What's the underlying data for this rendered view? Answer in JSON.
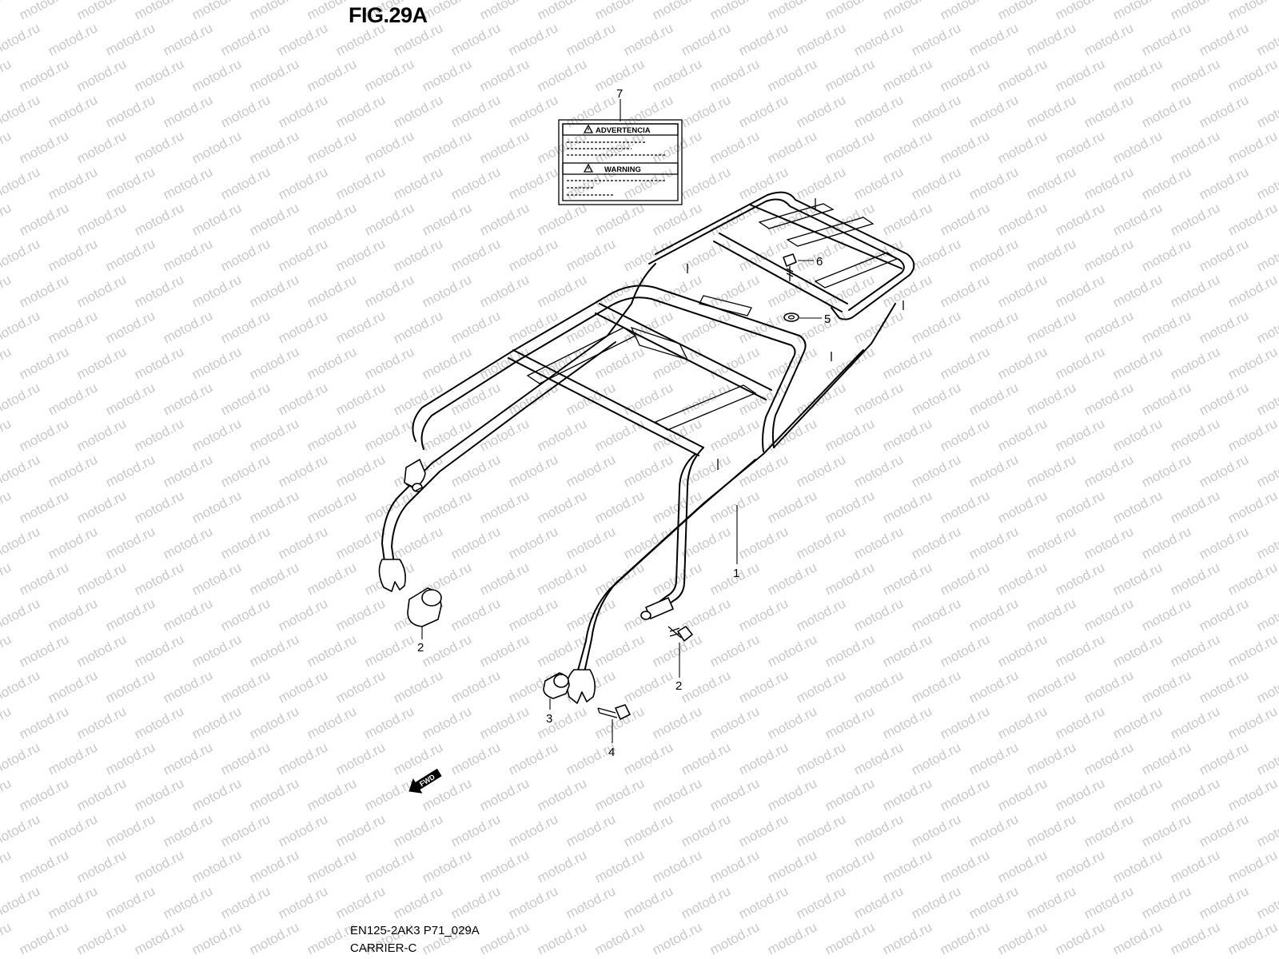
{
  "figure": {
    "title": "FIG.29A",
    "model_code": "EN125-2AK3 P71_029A",
    "section_name": "CARRIER-C"
  },
  "watermark": {
    "text": "motod.ru",
    "color": "#c8c8c8"
  },
  "warning_label": {
    "header_top": "ADVERTENCIA",
    "header_bottom": "WARNING"
  },
  "fwd_arrow": {
    "text": "FWD"
  },
  "callouts": [
    {
      "number": "7",
      "part": "warning-label"
    },
    {
      "number": "6",
      "part": "bolt"
    },
    {
      "number": "5",
      "part": "washer"
    },
    {
      "number": "1",
      "part": "carrier-frame"
    },
    {
      "number": "2",
      "part": "cushion"
    },
    {
      "number": "2",
      "part": "bolt"
    },
    {
      "number": "3",
      "part": "cushion"
    },
    {
      "number": "4",
      "part": "bolt"
    }
  ],
  "colors": {
    "line": "#000000",
    "background": "#ffffff"
  }
}
